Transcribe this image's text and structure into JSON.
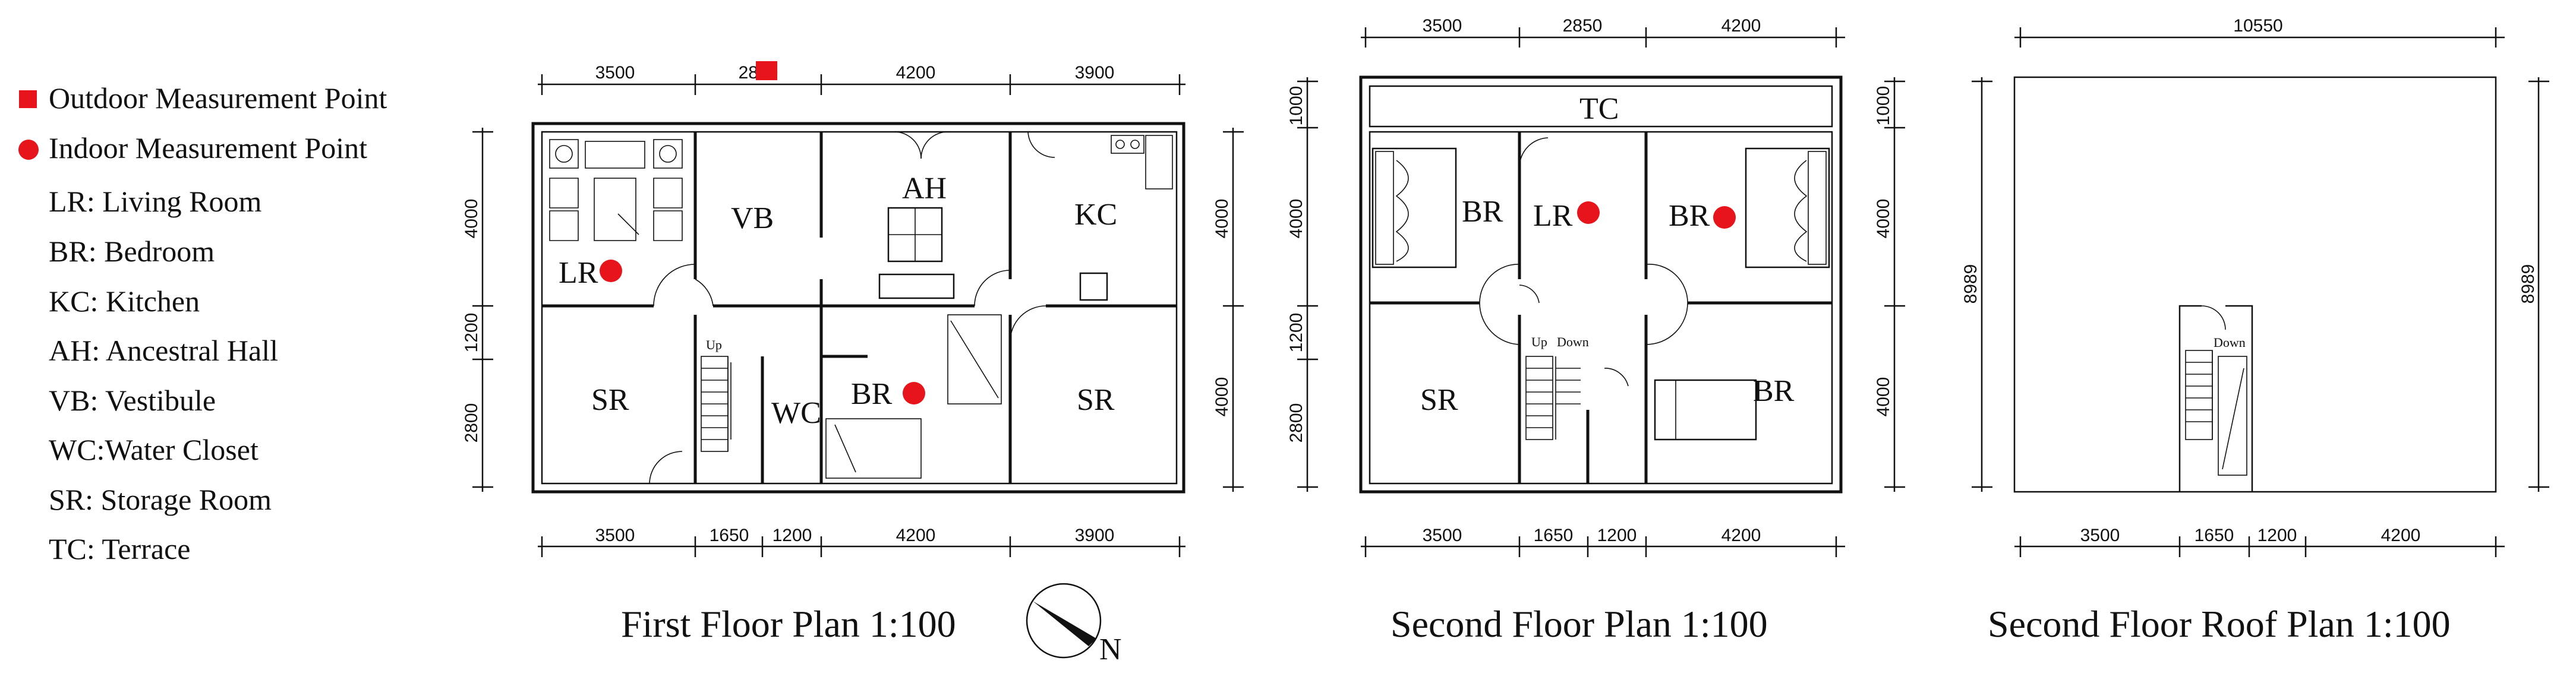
{
  "legend": {
    "outdoor_point": "Outdoor Measurement Point",
    "indoor_point": "Indoor Measurement Point",
    "items": [
      "LR: Living Room",
      "BR: Bedroom",
      "KC: Kitchen",
      "AH: Ancestral Hall",
      "VB: Vestibule",
      "WC:Water Closet",
      "SR:  Storage Room",
      "TC:  Terrace"
    ]
  },
  "colors": {
    "measurement_point": "#e8141b",
    "line": "#111111"
  },
  "first_floor": {
    "title": "First Floor Plan  1:100",
    "north_label": "N",
    "top_dims": [
      "3500",
      "2850",
      "4200",
      "3900"
    ],
    "bottom_dims": [
      "3500",
      "1650",
      "1200",
      "4200",
      "3900"
    ],
    "left_dims": [
      "4000",
      "1200",
      "2800"
    ],
    "right_dims": [
      "4000",
      "4000"
    ],
    "rooms": {
      "lr": "LR",
      "vb": "VB",
      "ah": "AH",
      "kc": "KC",
      "sr_left": "SR",
      "wc": "WC",
      "br": "BR",
      "sr_right": "SR"
    },
    "stair_label": "Up"
  },
  "second_floor": {
    "title": "Second Floor Plan  1:100",
    "top_dims": [
      "3500",
      "2850",
      "4200"
    ],
    "bottom_dims": [
      "3500",
      "1650",
      "1200",
      "4200"
    ],
    "left_dims": [
      "1000",
      "4000",
      "1200",
      "2800"
    ],
    "right_dims": [
      "1000",
      "4000",
      "4000"
    ],
    "rooms": {
      "tc": "TC",
      "br_left": "BR",
      "lr": "LR",
      "br_right": "BR",
      "sr": "SR",
      "br_bottom": "BR"
    },
    "stair_up": "Up",
    "stair_down": "Down"
  },
  "roof": {
    "title": "Second Floor Roof Plan  1:100",
    "top_dim": "10550",
    "bottom_dims": [
      "3500",
      "1650",
      "1200",
      "4200"
    ],
    "left_dim": "8989",
    "right_dim": "8989",
    "stair_down": "Down"
  }
}
